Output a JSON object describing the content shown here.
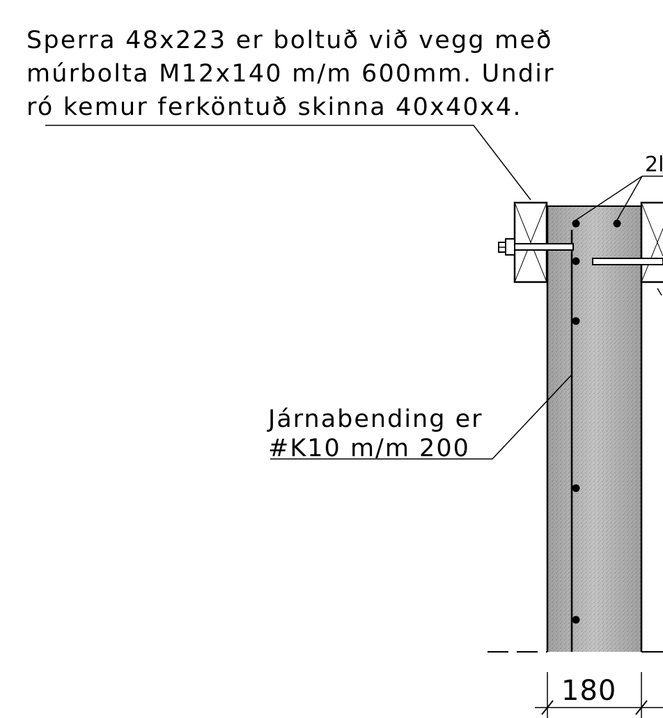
{
  "annotation_bolt": {
    "line1": "Sperra 48x223 er boltuð við vegg með",
    "line2": "múrbolta M12x140 m/m 600mm. Undir",
    "line3": "ró kemur ferköntuð skinna 40x40x4."
  },
  "annotation_rebar": {
    "line1": "Járnabending er",
    "line2": "#K10 m/m 200"
  },
  "dimension": {
    "label": "180"
  },
  "cut_label": {
    "text": "2l"
  },
  "colors": {
    "ink": "#000000",
    "concrete_fill": "#b9b9b9",
    "background": "#ffffff"
  }
}
